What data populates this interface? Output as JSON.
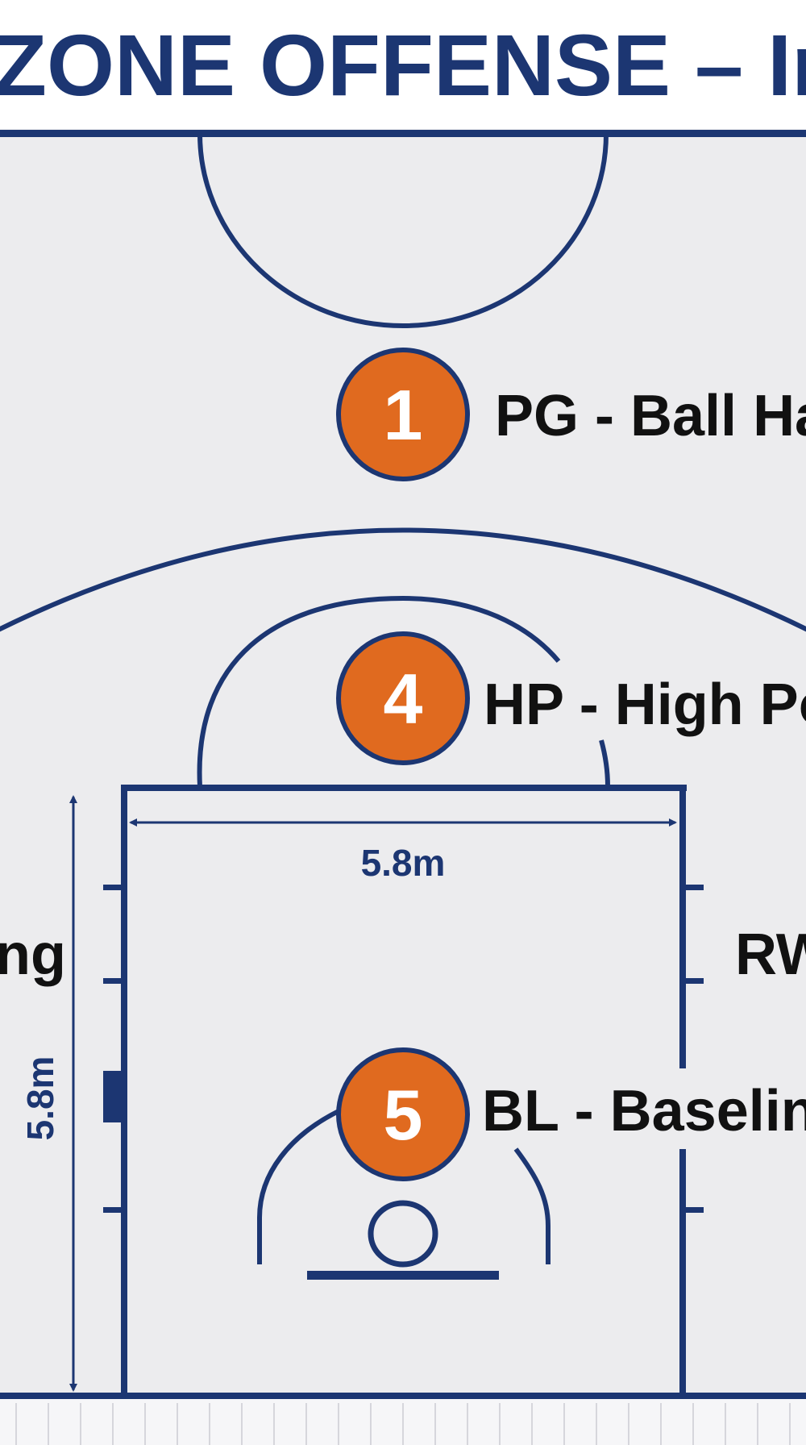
{
  "title": "ZONE OFFENSE – Initial",
  "colors": {
    "court_background": "#ececee",
    "line": "#1c3672",
    "player_fill": "#e06a1f",
    "player_ring": "#1c3672",
    "player_number": "#ffffff",
    "label_text": "#111111"
  },
  "players": [
    {
      "number": "1",
      "label": "PG - Ball Han"
    },
    {
      "number": "4",
      "label": "HP - High Pos"
    },
    {
      "number": "5",
      "label": "BL - Baseline"
    }
  ],
  "side_labels": {
    "left": "ng",
    "right": "RW"
  },
  "dimensions": {
    "lane_width": "5.8m",
    "lane_length": "5.8m"
  }
}
